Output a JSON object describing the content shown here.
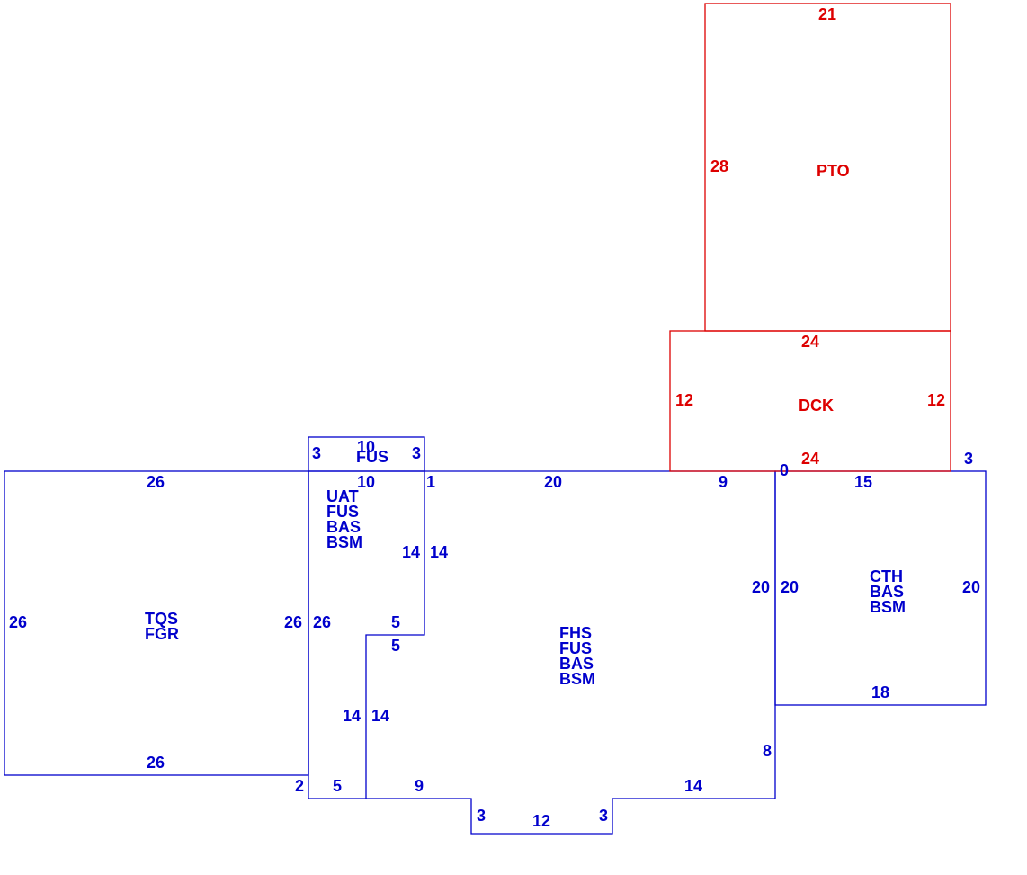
{
  "colors": {
    "main": "#0000cc",
    "addon": "#dd0000",
    "background": "#ffffff"
  },
  "areas": {
    "tqs": {
      "codes": [
        "TQS",
        "FGR"
      ]
    },
    "uat": {
      "codes": [
        "UAT",
        "FUS",
        "BAS",
        "BSM"
      ]
    },
    "fus_bay": {
      "codes": [
        "FUS"
      ]
    },
    "fhs": {
      "codes": [
        "FHS",
        "FUS",
        "BAS",
        "BSM"
      ]
    },
    "cth": {
      "codes": [
        "CTH",
        "BAS",
        "BSM"
      ]
    },
    "dck": {
      "codes": [
        "DCK"
      ]
    },
    "pto": {
      "codes": [
        "PTO"
      ]
    }
  },
  "dimensions": {
    "tqs_top": "26",
    "tqs_left": "26",
    "tqs_right": "26",
    "tqs_bottom": "26",
    "bay_top": "10",
    "bay_left": "3",
    "bay_right": "3",
    "bay_bottom": "10",
    "uat_left": "26",
    "uat_right": "14",
    "uat_step": "5",
    "uat_lower": "14",
    "uat_bottom_left": "2",
    "uat_bottom": "5",
    "fhs_left_upper": "14",
    "fhs_top_small": "1",
    "fhs_top": "20",
    "fhs_top_right": "9",
    "fhs_step": "5",
    "fhs_left_lower": "14",
    "fhs_right": "20",
    "fhs_right_lower": "8",
    "fhs_bottom_left": "9",
    "fhs_bump_left": "3",
    "fhs_bump_bottom": "12",
    "fhs_bump_right": "3",
    "fhs_bottom_right": "14",
    "cth_top": "15",
    "cth_left": "20",
    "cth_right": "20",
    "cth_bottom": "18",
    "cth_corner_left": "0",
    "cth_corner_right": "3",
    "dck_top": "24",
    "dck_left": "12",
    "dck_right": "12",
    "dck_bottom": "24",
    "pto_top": "21",
    "pto_left": "28"
  }
}
